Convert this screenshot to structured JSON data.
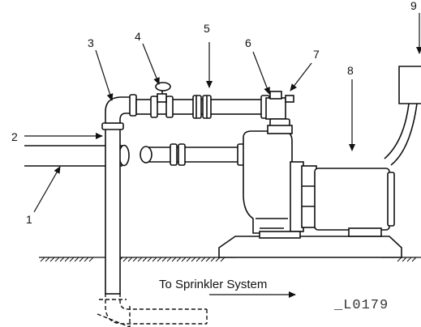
{
  "callouts": {
    "c1": "1",
    "c2": "2",
    "c3": "3",
    "c4": "4",
    "c5": "5",
    "c6": "6",
    "c7": "7",
    "c8": "8",
    "c9": "9"
  },
  "caption": "To Sprinkler System",
  "figure_code": "_L0179",
  "colors": {
    "line": "#111111",
    "pump_fill": "#ffffff"
  }
}
